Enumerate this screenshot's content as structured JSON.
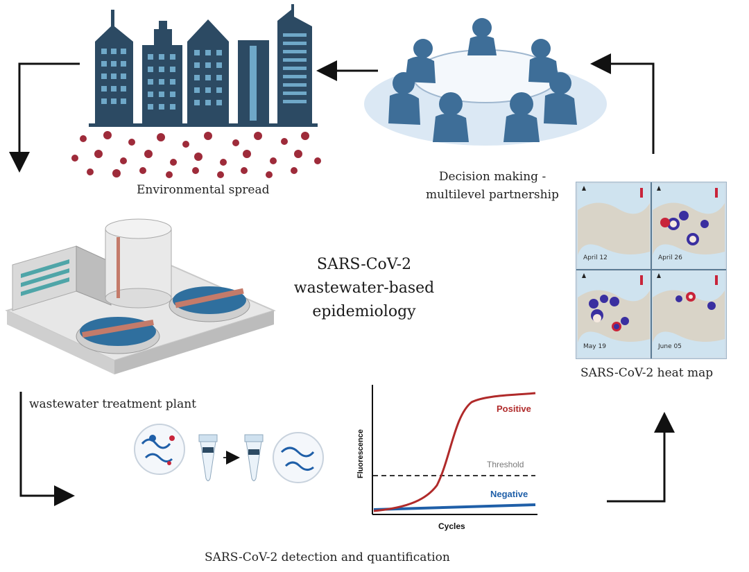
{
  "labels": {
    "environmental_spread": "Environmental spread",
    "decision_making_line1": "Decision making -",
    "decision_making_line2": "multilevel partnership",
    "wwtp": "wastewater treatment plant",
    "heat_map": "SARS-CoV-2 heat map",
    "detection": "SARS-CoV-2 detection and quantification"
  },
  "center_title": {
    "line1": "SARS-CoV-2",
    "line2": "wastewater-based",
    "line3": "epidemiology"
  },
  "heat_map": {
    "panels": [
      {
        "date": "April 12"
      },
      {
        "date": "April 26"
      },
      {
        "date": "May 19"
      },
      {
        "date": "June 05"
      }
    ]
  },
  "chart_data": {
    "type": "line",
    "xlabel": "Cycles",
    "ylabel": "Fluorescence",
    "series": [
      {
        "name": "Positive",
        "color": "#b02a2a",
        "shape": "sigmoid"
      },
      {
        "name": "Negative",
        "color": "#1f5fa8",
        "shape": "flat"
      }
    ],
    "threshold_label": "Threshold",
    "grid": false
  },
  "colors": {
    "building": "#2c4a63",
    "virus": "#9e2b3a",
    "water": "#2f6f9e",
    "arrow": "#111111"
  }
}
